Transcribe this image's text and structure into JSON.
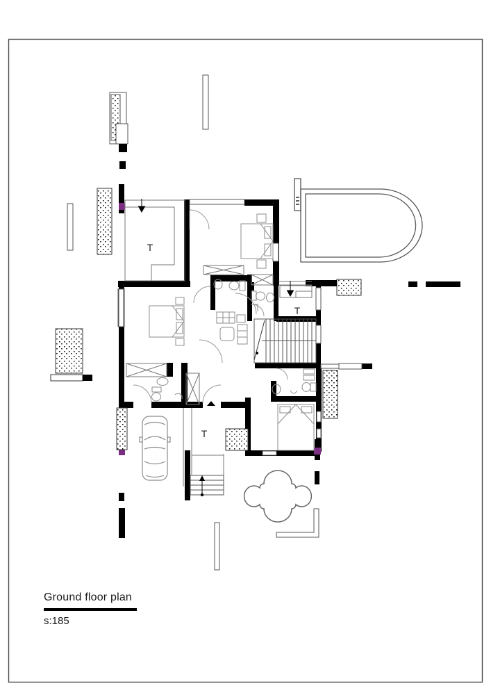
{
  "title_block": {
    "title": "Ground floor plan",
    "scale": "s:185"
  },
  "plan": {
    "room_labels": [
      "T",
      "T",
      "T"
    ]
  },
  "symbols": [
    "swimming-pool",
    "pool-ladder",
    "staircase",
    "entrance-steps",
    "car",
    "double-bed",
    "toilet",
    "sink",
    "sofa-set",
    "wardrobe",
    "ornamental-planter",
    "planter-strip",
    "hatched-wall-block",
    "entry-arrow",
    "door-swing",
    "window",
    "duct-shaft"
  ],
  "colors": {
    "wall": "#000000",
    "accent_purple": "#7c2d84",
    "drawing_line": "#6b6b6b",
    "furniture_line": "#8c8c8c",
    "paper": "#ffffff"
  }
}
